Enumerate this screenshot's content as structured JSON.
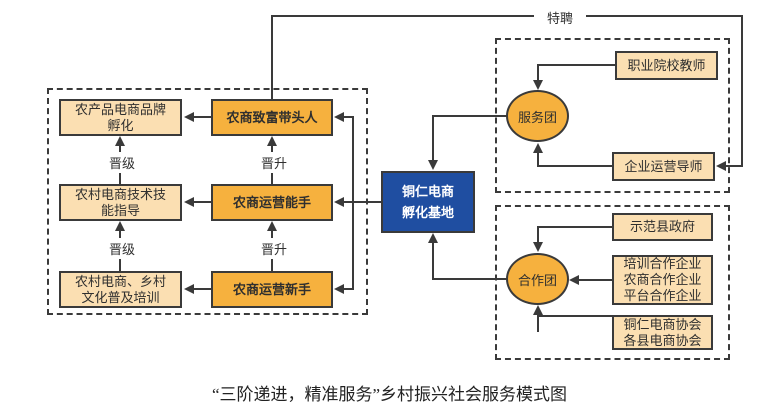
{
  "diagram": {
    "caption": "“三阶递进，精准服务”乡村振兴社会服务模式图",
    "center_node": "铜仁电商\n孵化基地",
    "training_group": {
      "programs": [
        "农产品电商品牌\n孵化",
        "农村电商技术技\n能指导",
        "农村电商、乡村\n文化普及培训"
      ],
      "stages": [
        "农商致富带头人",
        "农商运营能手",
        "农商运营新手"
      ],
      "promotion_labels_left": [
        "晋级",
        "晋级"
      ],
      "promotion_labels_mid": [
        "晋升",
        "晋升"
      ]
    },
    "service_group": {
      "hub": "服务团",
      "members": [
        "职业院校教师",
        "企业运营导师"
      ]
    },
    "coop_group": {
      "hub": "合作团",
      "members": [
        "示范县政府",
        "培训合作企业\n农商合作企业\n平台合作企业",
        "铜仁电商协会\n各县电商协会"
      ]
    },
    "special_hire_label": "特聘",
    "colors": {
      "stage_fill": "#F6B13E",
      "program_fill": "#FBDFB2",
      "center_fill": "#1F4EA1",
      "line": "#3A3A3A",
      "text": "#2F2F2F"
    }
  }
}
